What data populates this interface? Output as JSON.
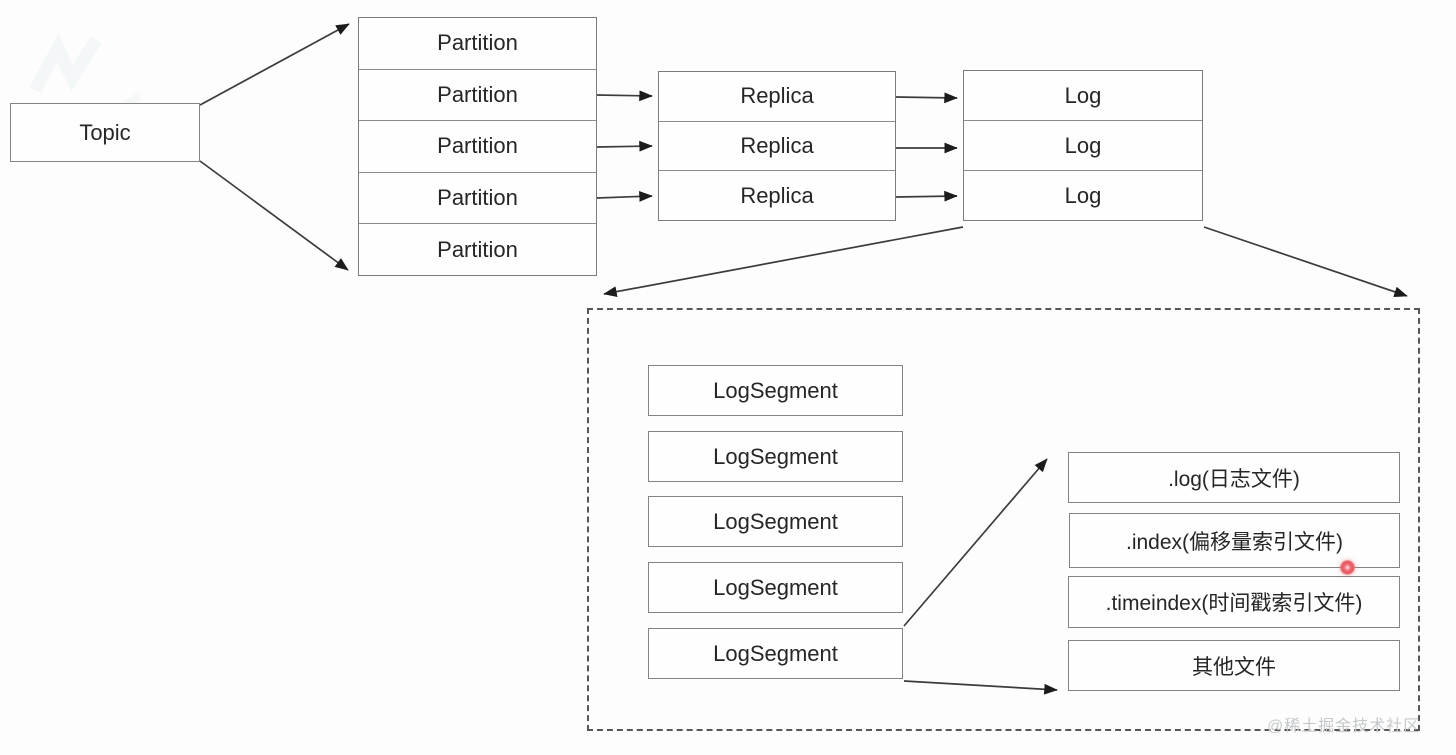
{
  "diagram": {
    "topic_label": "Topic",
    "partition_labels": [
      "Partition",
      "Partition",
      "Partition",
      "Partition",
      "Partition"
    ],
    "replica_labels": [
      "Replica",
      "Replica",
      "Replica"
    ],
    "log_labels": [
      "Log",
      "Log",
      "Log"
    ],
    "segment_labels": [
      "LogSegment",
      "LogSegment",
      "LogSegment",
      "LogSegment",
      "LogSegment"
    ],
    "file_labels": [
      ".log(日志文件)",
      ".index(偏移量索引文件)",
      ".timeindex(时间戳索引文件)",
      "其他文件"
    ]
  },
  "watermark": {
    "text": "@稀土掘金技术社区"
  },
  "pointer": {
    "name": "laser-pointer-dot",
    "color": "#e4575f"
  },
  "colors": {
    "background": "#fdfdfd",
    "box_border": "#848484",
    "line": "#3c3c3c",
    "dashed_border": "#575757",
    "watermark_gray": "#c6c9cb"
  }
}
